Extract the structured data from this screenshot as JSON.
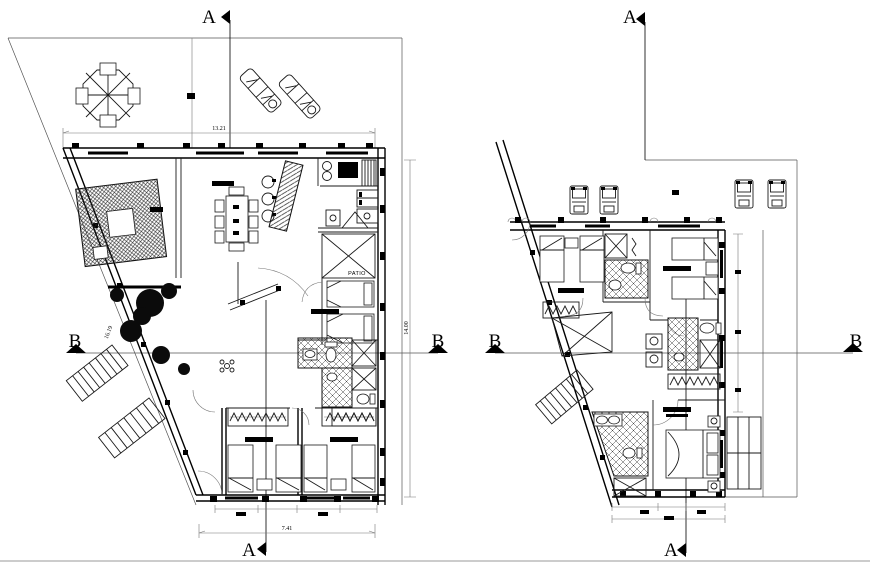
{
  "drawing": {
    "ground_floor": {
      "section_a_top": "A",
      "section_a_bottom": "A",
      "section_b_left": "B",
      "section_b_right": "B",
      "dim_top_width": "13.21",
      "dim_right_height": "14.00",
      "dim_bottom_width": "7.41",
      "dim_lot_diagonal": "16.19",
      "room_patio": "PATIO"
    },
    "first_floor": {
      "section_a_top": "A",
      "section_a_bottom": "A",
      "section_b_left": "B",
      "section_b_right": "B"
    }
  }
}
